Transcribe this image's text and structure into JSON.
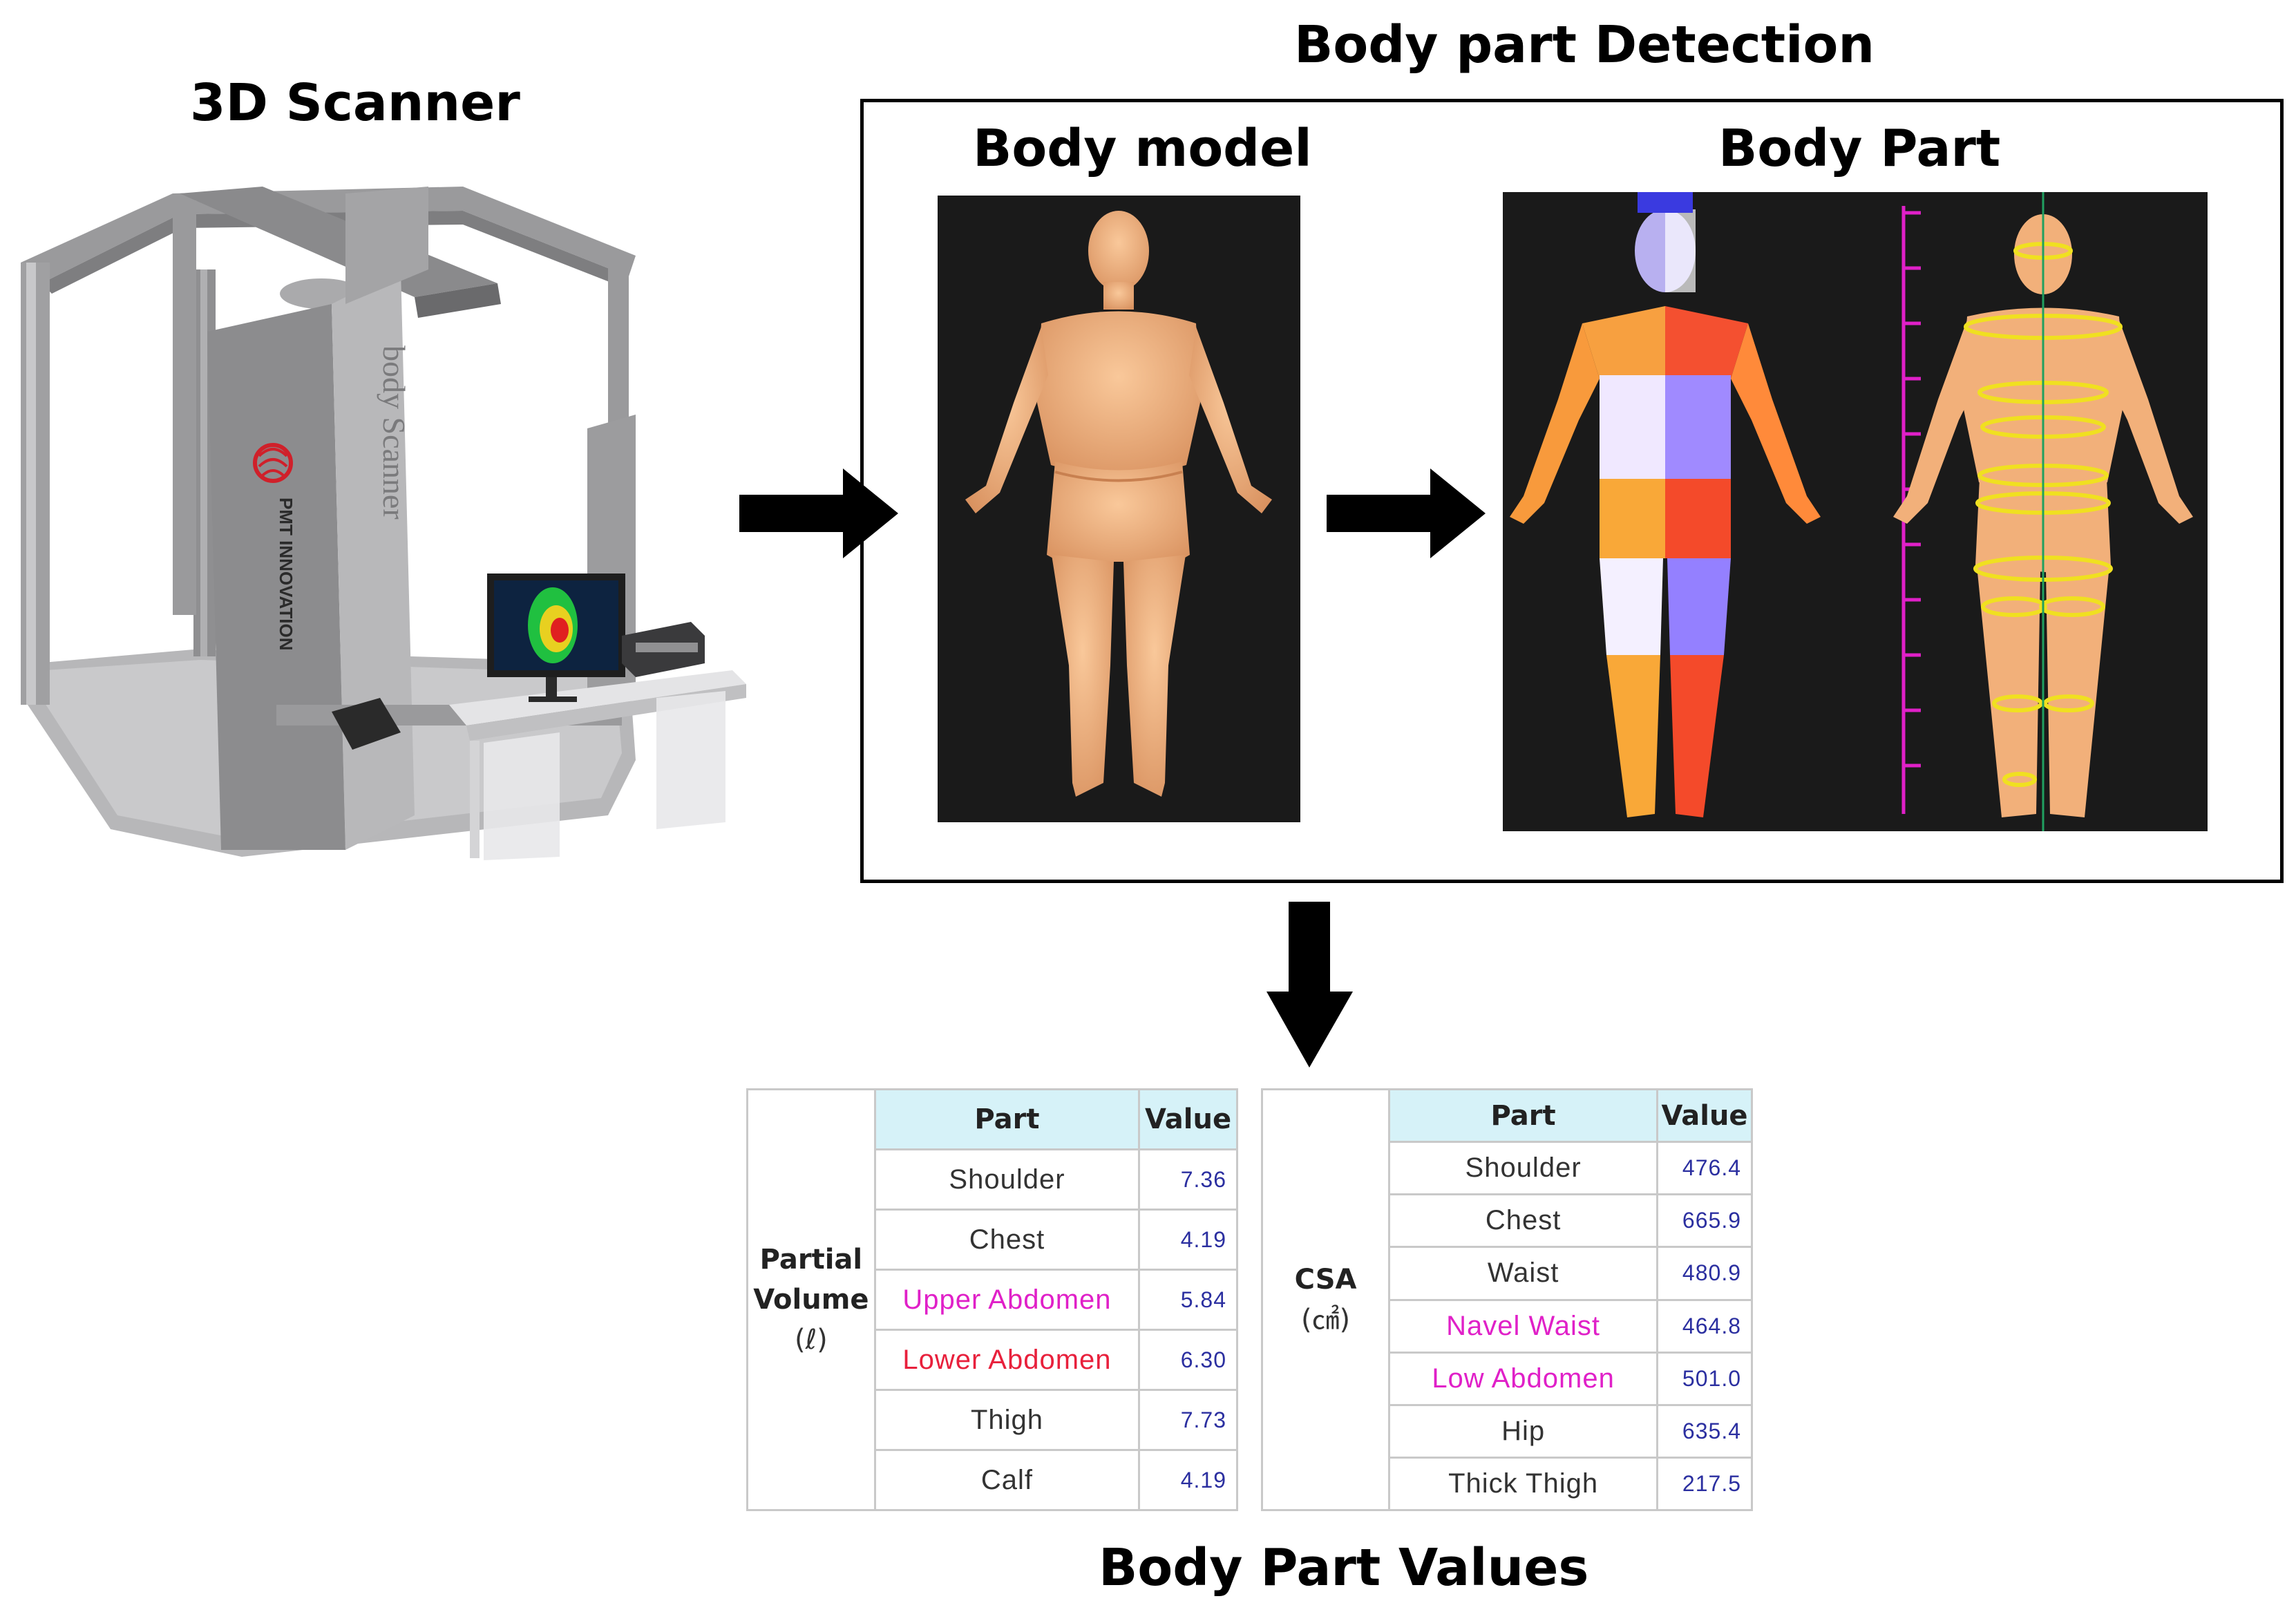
{
  "headings": {
    "scanner": "3D Scanner",
    "detection": "Body part Detection",
    "body_model": "Body model",
    "body_part": "Body Part",
    "values": "Body Part Values"
  },
  "scanner_device": {
    "brand_text": "PMT INNOVATION",
    "side_text": "body Scanner"
  },
  "volume_table": {
    "group_label_line1": "Partial",
    "group_label_line2": "Volume",
    "group_unit": "(ℓ)",
    "col_part": "Part",
    "col_value": "Value",
    "rows": [
      {
        "part": "Shoulder",
        "value": "7.36",
        "highlight": "none"
      },
      {
        "part": "Chest",
        "value": "4.19",
        "highlight": "none"
      },
      {
        "part": "Upper Abdomen",
        "value": "5.84",
        "highlight": "pink"
      },
      {
        "part": "Lower Abdomen",
        "value": "6.30",
        "highlight": "red"
      },
      {
        "part": "Thigh",
        "value": "7.73",
        "highlight": "none"
      },
      {
        "part": "Calf",
        "value": "4.19",
        "highlight": "none"
      }
    ]
  },
  "csa_table": {
    "group_label_line1": "CSA",
    "group_unit": "(㎠)",
    "col_part": "Part",
    "col_value": "Value",
    "rows": [
      {
        "part": "Shoulder",
        "value": "476.4",
        "highlight": "none"
      },
      {
        "part": "Chest",
        "value": "665.9",
        "highlight": "none"
      },
      {
        "part": "Waist",
        "value": "480.9",
        "highlight": "none"
      },
      {
        "part": "Navel Waist",
        "value": "464.8",
        "highlight": "pink"
      },
      {
        "part": "Low Abdomen",
        "value": "501.0",
        "highlight": "pink"
      },
      {
        "part": "Hip",
        "value": "635.4",
        "highlight": "none"
      },
      {
        "part": "Thick Thigh",
        "value": "217.5",
        "highlight": "none"
      }
    ]
  },
  "colors": {
    "highlight_pink": "#e020c8",
    "highlight_red": "#e8203c",
    "header_bg": "#d6f2f8",
    "value_text": "#2b2fa0",
    "panel_bg": "#1a1a1a",
    "skin": "#f4b47c"
  }
}
